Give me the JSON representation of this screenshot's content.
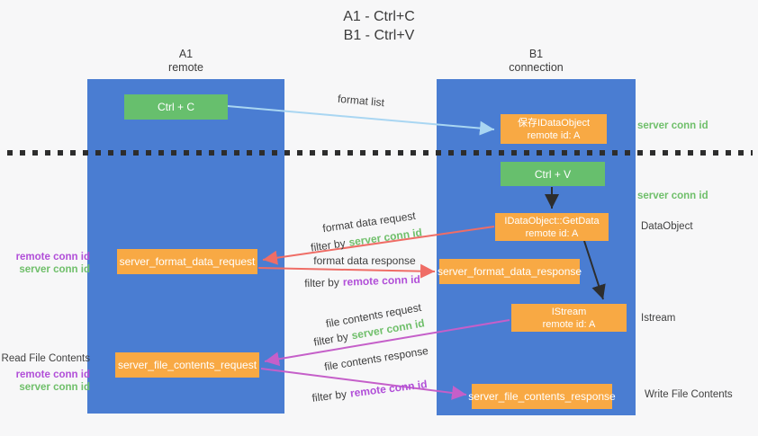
{
  "title": {
    "line1": "A1 - Ctrl+C",
    "line2": "B1 - Ctrl+V"
  },
  "lanes": {
    "left": {
      "name": "A1",
      "role": "remote"
    },
    "right": {
      "name": "B1",
      "role": "connection"
    }
  },
  "nodes": {
    "ctrl_c": {
      "label": "Ctrl + C"
    },
    "ctrl_v": {
      "label": "Ctrl + V"
    },
    "save_dataobject": {
      "line1": "保存IDataObject",
      "line2": "remote id: A"
    },
    "getdata": {
      "line1": "IDataObject::GetData",
      "line2": "remote id: A"
    },
    "istream": {
      "line1": "IStream",
      "line2": "remote id: A"
    },
    "format_request": {
      "label": "server_format_data_request"
    },
    "format_response": {
      "label": "server_format_data_response"
    },
    "file_request": {
      "label": "server_file_contents_request"
    },
    "file_response": {
      "label": "server_file_contents_response"
    }
  },
  "arrow_labels": {
    "format_list": "format list",
    "format_data_request": "format data request",
    "format_data_response": "format data response",
    "file_contents_request": "file contents request",
    "file_contents_response": "file contents response",
    "filter_by": "filter by",
    "server_conn_id": "server conn id",
    "remote_conn_id": "remote conn id"
  },
  "side_labels": {
    "server_conn_id_top_right": "server conn id",
    "server_conn_id_mid_right": "server conn id",
    "dataobject": "DataObject",
    "istream": "Istream",
    "read_file_contents": "Read File Contents",
    "write_file_contents": "Write File Contents",
    "remote_conn_id_left_1": "remote conn id",
    "server_conn_id_left_1": "server conn id",
    "remote_conn_id_left_2": "remote conn id",
    "server_conn_id_left_2": "server conn id"
  },
  "colors": {
    "lane_blue": "#4a7dd2",
    "box_orange": "#f8a944",
    "box_green": "#67bf6d",
    "arrow_lightblue": "#a9d6f2",
    "arrow_salmon": "#ef6d66",
    "arrow_magenta": "#c55fc9",
    "arrow_black": "#2d2d2d",
    "text_green": "#6fbf6a",
    "text_purple": "#b14fd8",
    "text_dark": "#3f3f3f"
  }
}
